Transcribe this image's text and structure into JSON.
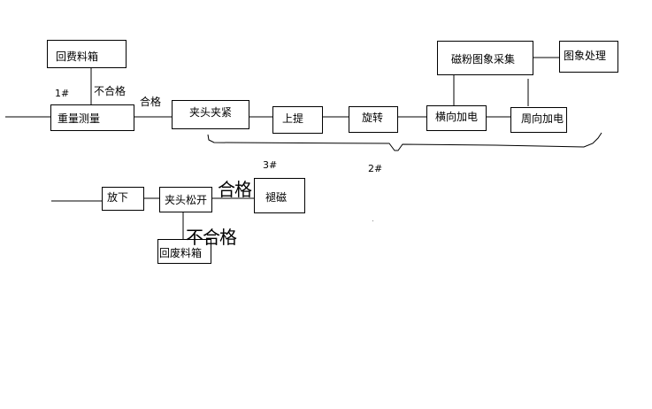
{
  "diagram": {
    "boxes": {
      "scrap_bin_1": "回费料箱",
      "weigh": "重量测量",
      "clamp": "夹头夹紧",
      "lift": "上提",
      "rotate": "旋转",
      "transverse_power": "横向加电",
      "circumferential_power": "周向加电",
      "mag_image_capture": "磁粉图象采集",
      "image_processing": "图象处理",
      "put_down": "放下",
      "clamp_release": "夹头松开",
      "demagnetize": "褪磁",
      "scrap_bin_2": "回废料箱"
    },
    "labels": {
      "station_1": "1#",
      "station_2": "2#",
      "station_3": "3#",
      "fail_1": "不合格",
      "pass_1": "合格",
      "pass_handwritten": "合格",
      "fail_handwritten": "不合格"
    }
  }
}
